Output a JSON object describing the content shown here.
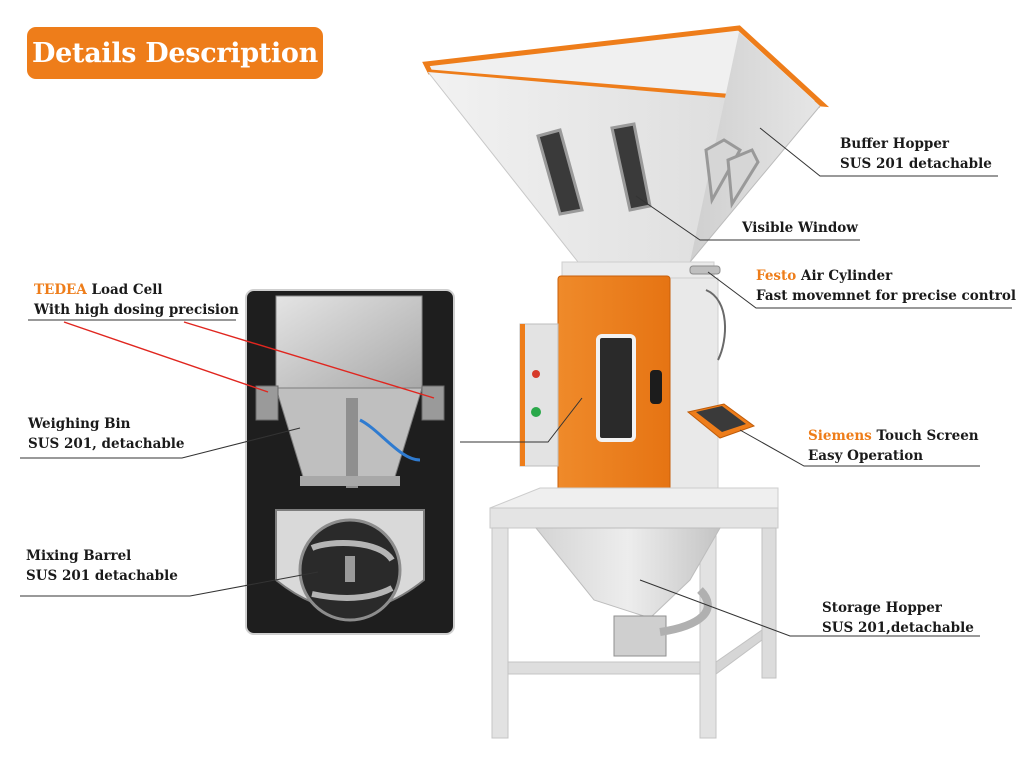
{
  "title": "Details Description",
  "colors": {
    "accent": "#ee7d1a",
    "steel": "#dcdcdc",
    "frame": "#e8e8e8",
    "inner_bg": "#1f1f1f",
    "callout_red": "#e0261f"
  },
  "callouts": {
    "buffer_hopper": {
      "line1": "Buffer Hopper",
      "line2": "SUS 201 detachable"
    },
    "visible_window": {
      "line1": "Visible Window"
    },
    "air_cylinder": {
      "brand": "Festo",
      "line1_rest": " Air Cylinder",
      "line2": "Fast movemnet for precise control"
    },
    "touch_screen": {
      "brand": "Siemens",
      "line1_rest": " Touch Screen",
      "line2": "Easy Operation"
    },
    "storage_hopper": {
      "line1": "Storage Hopper",
      "line2": "SUS 201,detachable"
    },
    "load_cell": {
      "brand": "TEDEA",
      "line1_rest": " Load Cell",
      "line2": "With high dosing precision"
    },
    "weighing_bin": {
      "line1": "Weighing Bin",
      "line2": "SUS 201, detachable"
    },
    "mixing_barrel": {
      "line1": "Mixing Barrel",
      "line2": "SUS 201 detachable"
    }
  }
}
